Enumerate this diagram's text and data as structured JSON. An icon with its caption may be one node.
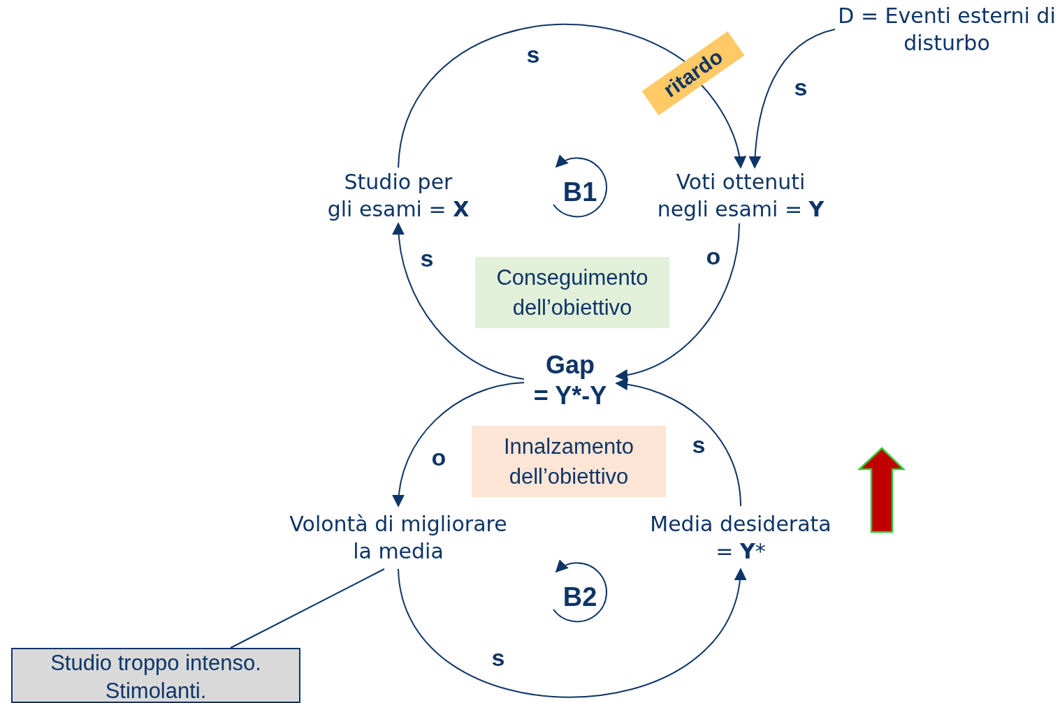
{
  "diagram": {
    "nodes": [
      {
        "text": [
          "Studio per gli esami = **X**"
        ]
      },
      {
        "text": [
          "Voti ottenuti negli esami = **Y**"
        ]
      },
      {
        "text": [
          "D = Eventi esterni di disturbo"
        ]
      },
      {
        "text": [
          "Gap",
          "= Y*-Y"
        ]
      },
      {
        "text": [
          "Volontà di migliorare la media"
        ]
      },
      {
        "text": [
          "Media desiderata = **Y***"
        ]
      },
      {
        "text": [
          "Studio troppo intenso. Stimolanti."
        ]
      },
      {
        "text": [
          "ritardo"
        ]
      },
      {
        "text": [
          "Conseguimento dell’obiettivo"
        ]
      },
      {
        "text": [
          "Innalzamento dell’obiettivo"
        ]
      }
    ],
    "edges": [
      {
        "from": 0,
        "to": 7,
        "arrow": "none",
        "label": "s"
      },
      {
        "from": 7,
        "to": 1,
        "arrow": "to"
      },
      {
        "from": 2,
        "to": 1,
        "arrow": "to",
        "label": "s"
      },
      {
        "from": 1,
        "to": 3,
        "arrow": "to",
        "label": "o"
      },
      {
        "from": 3,
        "to": 0,
        "arrow": "to",
        "label": "s"
      },
      {
        "from": 3,
        "to": 4,
        "arrow": "to",
        "label": "o"
      },
      {
        "from": 4,
        "to": 5,
        "arrow": "to",
        "label": "s"
      },
      {
        "from": 5,
        "to": 3,
        "arrow": "to",
        "label": "s"
      },
      {
        "from": 6,
        "to": 4,
        "arrow": "none"
      }
    ],
    "labels": [
      "B1",
      "B2"
    ]
  }
}
